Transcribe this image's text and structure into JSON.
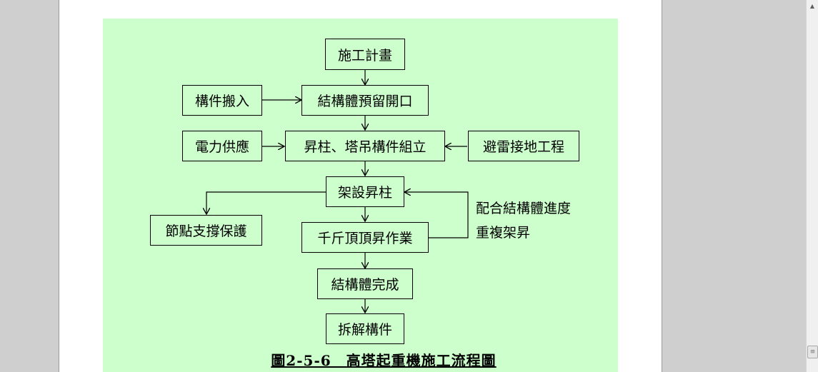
{
  "flowchart": {
    "nodes": {
      "plan": "施工計畫",
      "components_in": "構件搬入",
      "reserve_opening": "結構體預留開口",
      "power_supply": "電力供應",
      "assemble": "昇柱、塔吊構件組立",
      "lightning_ground": "避雷接地工程",
      "erect_mast": "架設昇柱",
      "joint_support": "節點支撐保護",
      "jack_lift": "千斤頂頂昇作業",
      "structure_done": "結構體完成",
      "dismantle": "拆解構件"
    },
    "loop_note_line1": "配合結構體進度",
    "loop_note_line2": "重複架昇",
    "caption": "圖2-5-6　高塔起重機施工流程圖"
  },
  "colors": {
    "figure_background": "#ccffcc",
    "line": "#000000"
  },
  "icons": {
    "scroll_up": "triangle-up",
    "scroll_thumb": "grip-lines"
  }
}
